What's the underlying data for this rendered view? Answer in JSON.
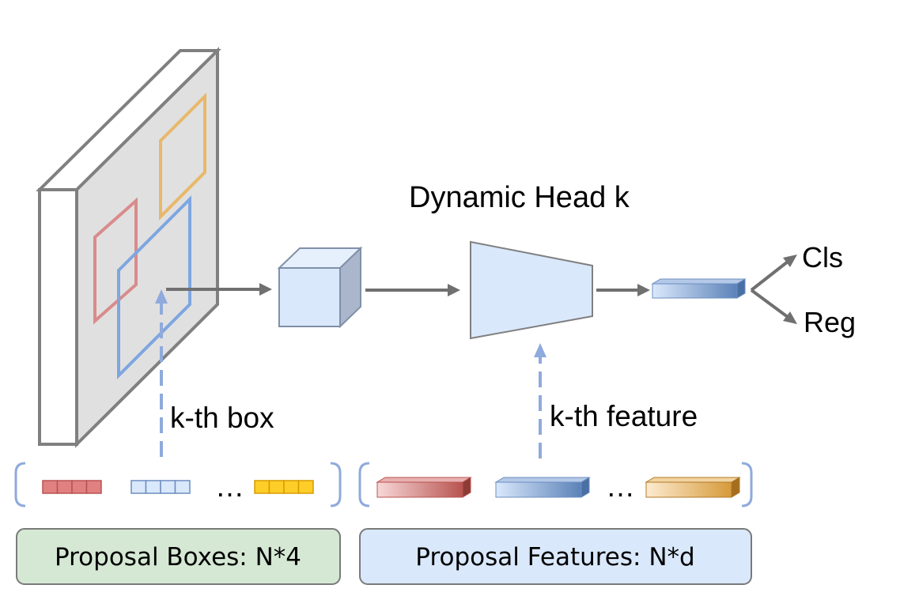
{
  "title": "Dynamic Head k",
  "outputs": {
    "cls": "Cls",
    "reg": "Reg"
  },
  "labels": {
    "kth_box": "k-th box",
    "kth_feature": "k-th feature"
  },
  "ellipsis": {
    "boxes": "…",
    "features": "…"
  },
  "proposal_boxes": {
    "label": "Proposal Boxes: N*4",
    "fill": "#d5e8d4",
    "items": [
      {
        "name": "red-box-vector",
        "fill": "#e08080",
        "stroke": "#b85450"
      },
      {
        "name": "blue-box-vector",
        "fill": "#dae8fc",
        "stroke": "#6c8ebf"
      },
      {
        "name": "orange-box-vector",
        "fill": "#ffcd28",
        "stroke": "#d79b00"
      }
    ]
  },
  "proposal_features": {
    "label": "Proposal Features: N*d",
    "fill": "#dae8fc",
    "items": [
      {
        "name": "red-feature-vector",
        "light": "#f8d8d8",
        "dark": "#b85450"
      },
      {
        "name": "blue-feature-vector",
        "light": "#dae8fc",
        "dark": "#5b82b8"
      },
      {
        "name": "orange-feature-vector",
        "light": "#fdebd0",
        "dark": "#d69a3a"
      }
    ]
  },
  "colors": {
    "feature_map": "#e0e0e0",
    "frame": "#808080",
    "box_red": "#d98b8b",
    "box_orange": "#e8b86a",
    "box_blue": "#7ea6e0",
    "arrow": "#707070",
    "dash": "#8faadc",
    "cube": "#dae8fc",
    "trapezoid": "#dae8fc"
  }
}
